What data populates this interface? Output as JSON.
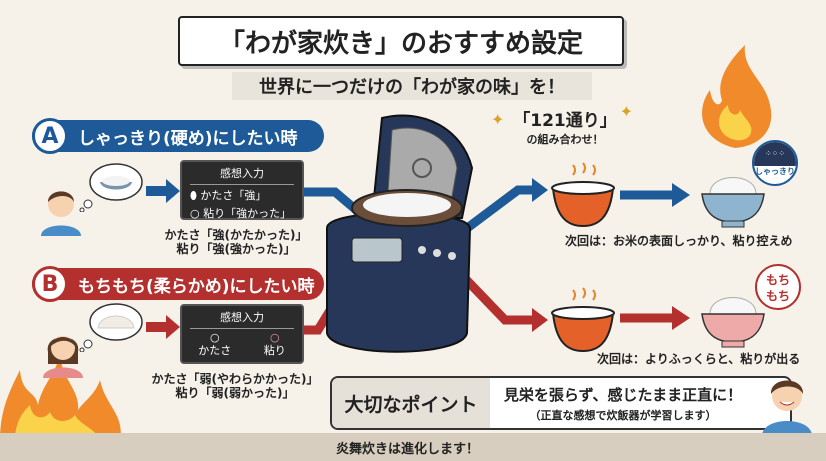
{
  "header": {
    "title": "「わが家炊き」のおすすめ設定",
    "subtitle": "世界に一つだけの「わが家の味」を！"
  },
  "colors": {
    "blue": "#1d5a97",
    "red": "#b3302f",
    "navy": "#26375a",
    "orange": "#e4622a"
  },
  "case_a": {
    "letter": "A",
    "title": "しゃっきり(硬め)にしたい時",
    "panel_title": "感想入力",
    "panel_line1": "かたさ「強」",
    "panel_line2": "粘り「強かった」",
    "caption1": "かたさ「強(かたかった)」",
    "caption2": "粘り「強(強かった)」",
    "result_badge": "しゃっきり",
    "next_time": "次回は：お米の表面しっかり、粘り控えめ"
  },
  "case_b": {
    "letter": "B",
    "title": "もちもち(柔らかめ)にしたい時",
    "panel_title": "感想入力",
    "panel_label1": "かたさ",
    "panel_label2": "粘り",
    "caption1": "かたさ「弱(やわらかかった)」",
    "caption2": "粘り「弱(弱かった)」",
    "result_badge": "もち もち",
    "next_time": "次回は：よりふっくらと、粘りが出る"
  },
  "combinations": {
    "count": "「121通り」",
    "label": "の組み合わせ！"
  },
  "point": {
    "label": "大切なポイント",
    "main": "見栄を張らず、感じたまま正直に！",
    "sub": "（正直な感想で炊飯器が学習します）"
  },
  "footer": {
    "text": "炎舞炊きは進化します！"
  }
}
